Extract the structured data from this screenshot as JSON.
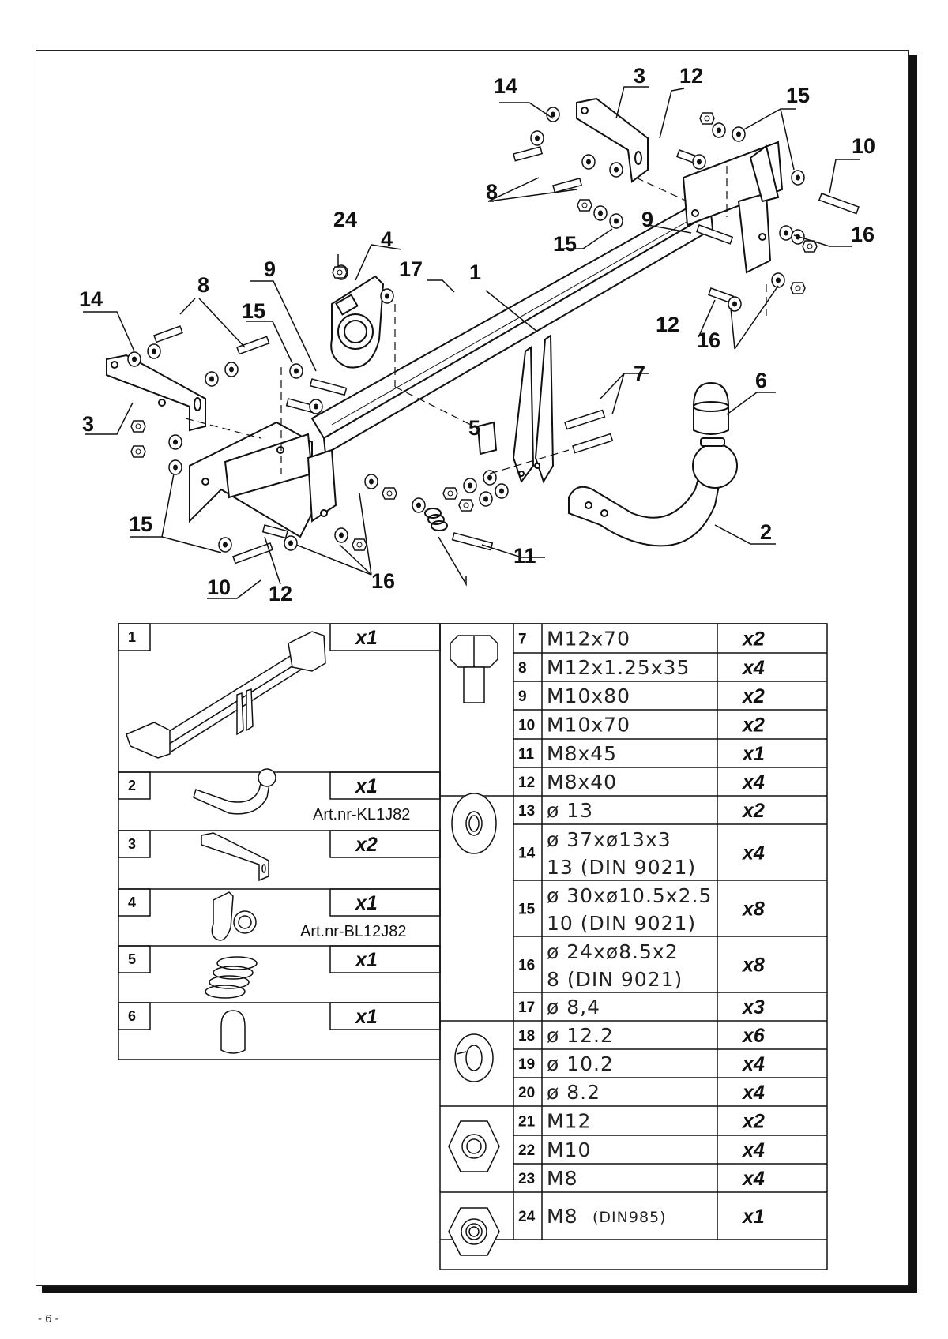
{
  "page_number": "- 6 -",
  "callouts": [
    {
      "id": "c14a",
      "label": "14"
    },
    {
      "id": "c3a",
      "label": "3"
    },
    {
      "id": "c12a",
      "label": "12"
    },
    {
      "id": "c15a",
      "label": "15"
    },
    {
      "id": "c10a",
      "label": "10"
    },
    {
      "id": "c8a",
      "label": "8"
    },
    {
      "id": "c9a",
      "label": "9"
    },
    {
      "id": "c15b",
      "label": "15"
    },
    {
      "id": "c16a",
      "label": "16"
    },
    {
      "id": "c24",
      "label": "24"
    },
    {
      "id": "c4",
      "label": "4"
    },
    {
      "id": "c17",
      "label": "17"
    },
    {
      "id": "c1",
      "label": "1"
    },
    {
      "id": "c9b",
      "label": "9"
    },
    {
      "id": "c14b",
      "label": "14"
    },
    {
      "id": "c8b",
      "label": "8"
    },
    {
      "id": "c15c",
      "label": "15"
    },
    {
      "id": "c12b",
      "label": "12"
    },
    {
      "id": "c16b",
      "label": "16"
    },
    {
      "id": "c7",
      "label": "7"
    },
    {
      "id": "c6",
      "label": "6"
    },
    {
      "id": "c3b",
      "label": "3"
    },
    {
      "id": "c15d",
      "label": "15"
    },
    {
      "id": "c2",
      "label": "2"
    },
    {
      "id": "c11",
      "label": "11"
    },
    {
      "id": "c10b",
      "label": "10"
    },
    {
      "id": "c12c",
      "label": "12"
    },
    {
      "id": "c16c",
      "label": "16"
    },
    {
      "id": "c5",
      "label": "5"
    }
  ],
  "left_parts": [
    {
      "num": "1",
      "qty": "x1",
      "art": ""
    },
    {
      "num": "2",
      "qty": "x1",
      "art": "Art.nr-KL1J82"
    },
    {
      "num": "3",
      "qty": "x2",
      "art": ""
    },
    {
      "num": "4",
      "qty": "x1",
      "art": "Art.nr-BL12J82"
    },
    {
      "num": "5",
      "qty": "x1",
      "art": ""
    },
    {
      "num": "6",
      "qty": "x1",
      "art": ""
    }
  ],
  "hardware": [
    {
      "num": "7",
      "spec": "M12x70",
      "spec2": "",
      "qty": "x2"
    },
    {
      "num": "8",
      "spec": "M12x1.25x35",
      "spec2": "",
      "qty": "x4"
    },
    {
      "num": "9",
      "spec": "M10x80",
      "spec2": "",
      "qty": "x2"
    },
    {
      "num": "10",
      "spec": "M10x70",
      "spec2": "",
      "qty": "x2"
    },
    {
      "num": "11",
      "spec": "M8x45",
      "spec2": "",
      "qty": "x1"
    },
    {
      "num": "12",
      "spec": "M8x40",
      "spec2": "",
      "qty": "x4"
    },
    {
      "num": "13",
      "spec": "ø 13",
      "spec2": "",
      "qty": "x2"
    },
    {
      "num": "14",
      "spec": "ø 37xø13x3",
      "spec2": "13   (DIN  9021)",
      "qty": "x4"
    },
    {
      "num": "15",
      "spec": "ø 30xø10.5x2.5",
      "spec2": "10   (DIN  9021)",
      "qty": "x8"
    },
    {
      "num": "16",
      "spec": "ø 24xø8.5x2",
      "spec2": "8    (DIN  9021)",
      "qty": "x8"
    },
    {
      "num": "17",
      "spec": "ø 8,4",
      "spec2": "",
      "qty": "x3"
    },
    {
      "num": "18",
      "spec": "ø 12.2",
      "spec2": "",
      "qty": "x6"
    },
    {
      "num": "19",
      "spec": "ø 10.2",
      "spec2": "",
      "qty": "x4"
    },
    {
      "num": "20",
      "spec": "ø 8.2",
      "spec2": "",
      "qty": "x4"
    },
    {
      "num": "21",
      "spec": "M12",
      "spec2": "",
      "qty": "x2"
    },
    {
      "num": "22",
      "spec": "M10",
      "spec2": "",
      "qty": "x4"
    },
    {
      "num": "23",
      "spec": "M8",
      "spec2": "",
      "qty": "x4"
    },
    {
      "num": "24",
      "spec": "M8",
      "spec2": "(DIN985)",
      "qty": "x1"
    }
  ]
}
